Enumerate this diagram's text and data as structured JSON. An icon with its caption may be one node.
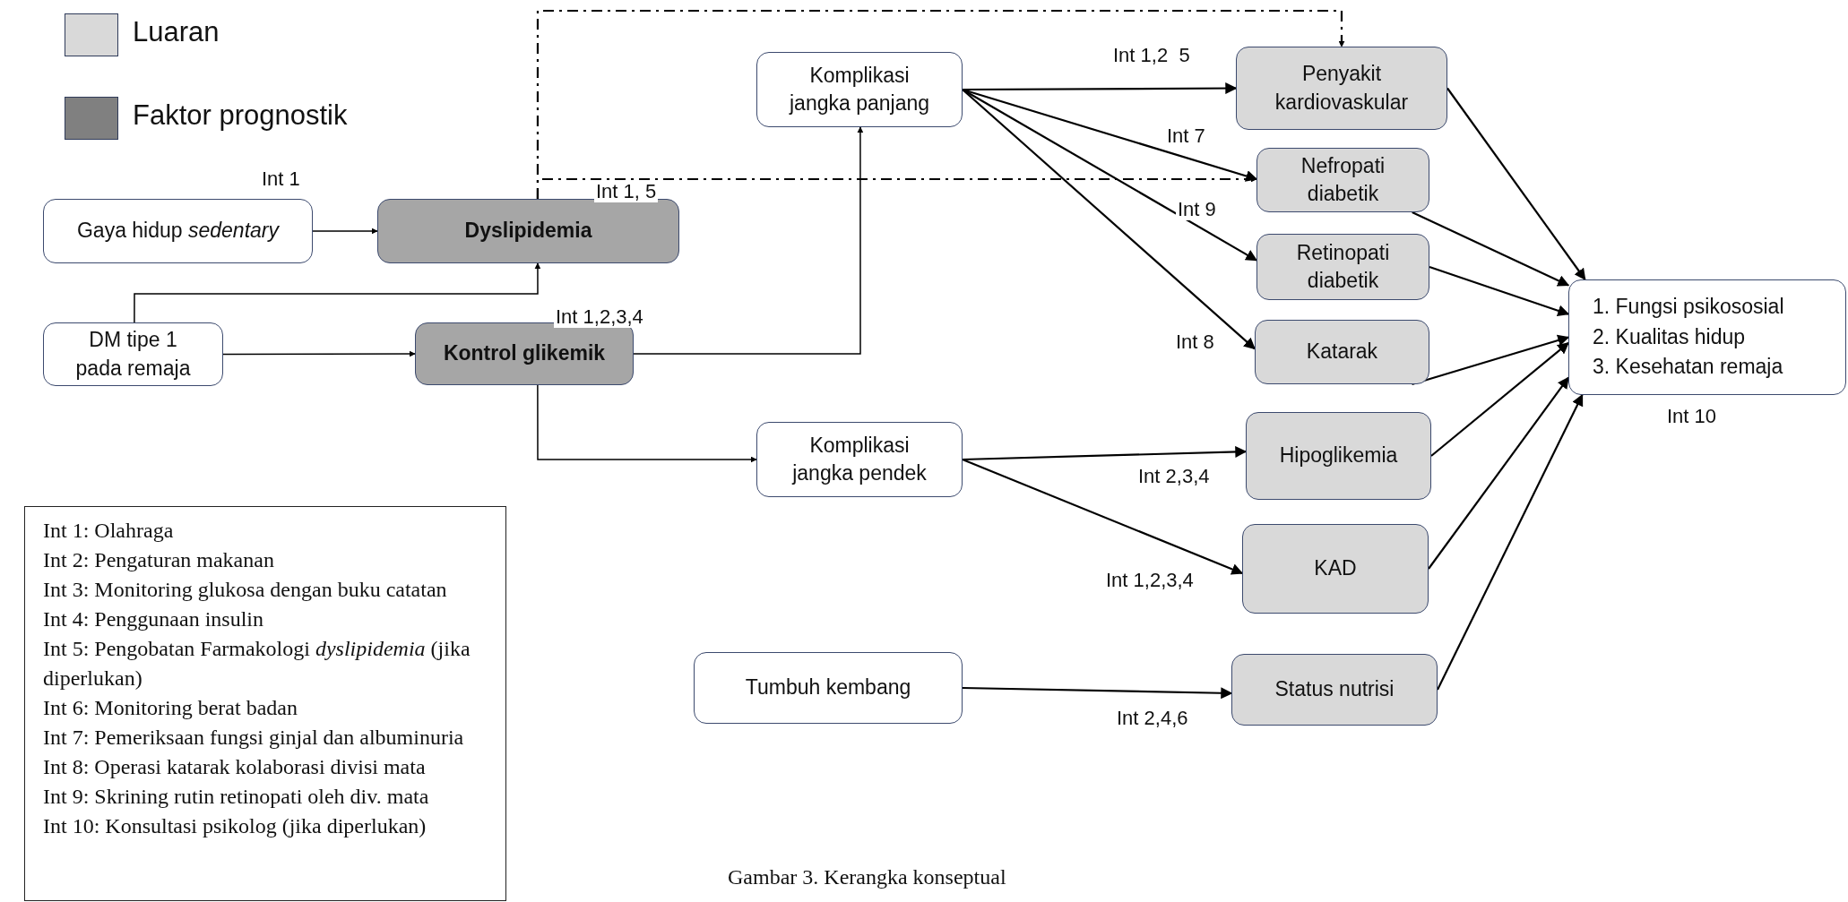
{
  "diagram": {
    "caption": "Gambar 3. Kerangka konseptual",
    "nodes": [
      {
        "text": [
          "Gaya hidup *sedentary*"
        ]
      },
      {
        "text": [
          "Dyslipidemia"
        ],
        "beside": [
          "Int 1, 5"
        ]
      },
      {
        "text": [
          "DM tipe 1 pada remaja"
        ]
      },
      {
        "text": [
          "Kontrol glikemik"
        ],
        "beside": [
          "Int 1,2,3,4"
        ]
      },
      {
        "text": [
          "Komplikasi jangka panjang"
        ]
      },
      {
        "text": [
          "Penyakit kardiovaskular"
        ]
      },
      {
        "text": [
          "Nefropati diabetik"
        ]
      },
      {
        "text": [
          "Retinopati diabetik"
        ]
      },
      {
        "text": [
          "Katarak"
        ]
      },
      {
        "text": [
          "Komplikasi jangka pendek"
        ]
      },
      {
        "text": [
          "Hipoglikemia"
        ]
      },
      {
        "text": [
          "KAD"
        ]
      },
      {
        "text": [
          "Tumbuh kembang"
        ]
      },
      {
        "text": [
          "Status nutrisi"
        ]
      },
      {
        "text": [
          "1. Fungsi psikososial",
          "2. Kualitas hidup",
          "3. Kesehatan remaja"
        ],
        "beside": [
          "Int 10"
        ]
      },
      {
        "text": [
          "Int 1: Olahraga",
          "Int 2: Pengaturan makanan",
          "Int 3: Monitoring glukosa dengan buku catatan",
          "Int 4: Penggunaan insulin",
          "Int 5: Pengobatan Farmakologi *dyslipidemia* (jika diperlukan)",
          "Int 6: Monitoring berat badan",
          "Int 7: Pemeriksaan fungsi ginjal dan albuminuria",
          "Int 8: Operasi katarak kolaborasi divisi mata",
          "Int 9: Skrining rutin retinopati oleh div. mata",
          "Int 10: Konsultasi psikolog (jika diperlukan)"
        ]
      }
    ],
    "edges": [
      {
        "from": 0,
        "to": 1,
        "arrow": "to",
        "label": "Int 1"
      },
      {
        "from": 2,
        "to": 1,
        "arrow": "to"
      },
      {
        "from": 2,
        "to": 3,
        "arrow": "to"
      },
      {
        "from": 3,
        "to": 4,
        "arrow": "to"
      },
      {
        "from": 3,
        "to": 9,
        "arrow": "to"
      },
      {
        "from": 1,
        "to": 5,
        "arrow": "to",
        "style": "dashed"
      },
      {
        "from": 1,
        "to": 6,
        "arrow": "to",
        "style": "dashed"
      },
      {
        "from": 4,
        "to": 5,
        "arrow": "to",
        "label": "Int 1,2  5"
      },
      {
        "from": 4,
        "to": 6,
        "arrow": "to",
        "label": "Int 7"
      },
      {
        "from": 4,
        "to": 7,
        "arrow": "to",
        "label": "Int 9"
      },
      {
        "from": 4,
        "to": 8,
        "arrow": "to",
        "label": "Int 8"
      },
      {
        "from": 9,
        "to": 10,
        "arrow": "to",
        "label": "Int 2,3,4"
      },
      {
        "from": 9,
        "to": 11,
        "arrow": "to",
        "label": "Int 1,2,3,4"
      },
      {
        "from": 12,
        "to": 13,
        "arrow": "to",
        "label": "Int 2,4,6"
      },
      {
        "from": 5,
        "to": 14,
        "arrow": "to"
      },
      {
        "from": 6,
        "to": 14,
        "arrow": "to"
      },
      {
        "from": 7,
        "to": 14,
        "arrow": "to"
      },
      {
        "from": 8,
        "to": 14,
        "arrow": "to"
      },
      {
        "from": 10,
        "to": 14,
        "arrow": "to"
      },
      {
        "from": 11,
        "to": 14,
        "arrow": "to"
      },
      {
        "from": 13,
        "to": 14,
        "arrow": "to"
      }
    ],
    "legend": [
      {
        "text": "Luaran",
        "color": "#d9d9d9"
      },
      {
        "text": "Faktor prognostik",
        "color": "#808080"
      }
    ]
  }
}
